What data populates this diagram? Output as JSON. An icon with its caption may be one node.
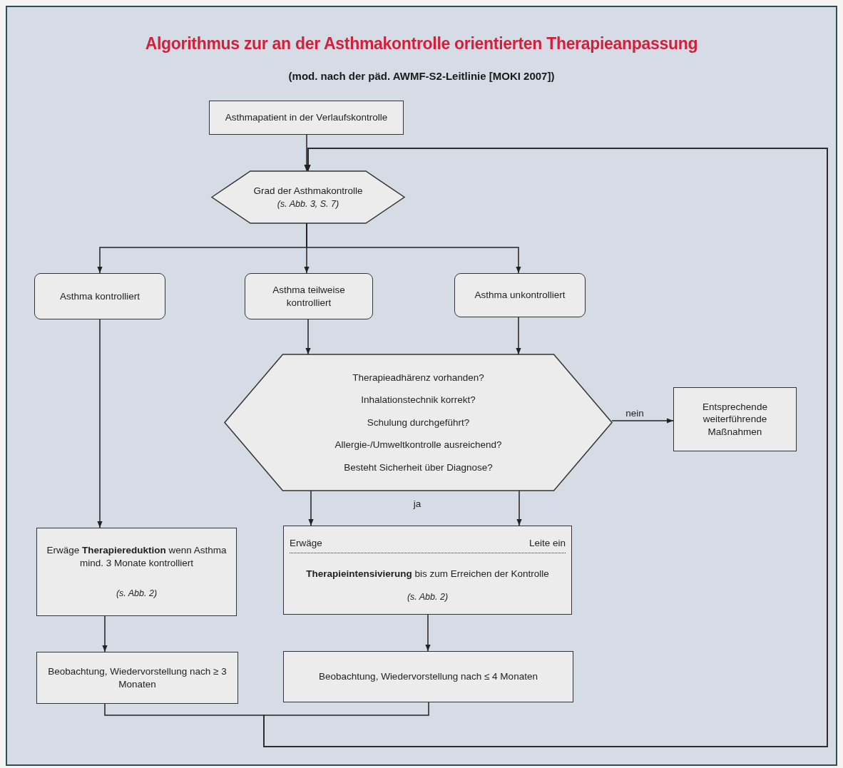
{
  "diagram": {
    "title": "Algorithmus zur an der Asthmakontrolle orientierten Therapieanpassung",
    "caption": "(mod. nach der päd. AWMF-S2-Leitlinie [MOKI 2007])",
    "nodes": [
      {
        "text": [
          "Asthmapatient in der Verlaufskontrolle"
        ]
      },
      {
        "text": [
          "Grad der Asthmakontrolle",
          "(s. Abb. 3, S. 7)"
        ]
      },
      {
        "text": [
          "Asthma kontrolliert"
        ]
      },
      {
        "text": [
          "Asthma teilweise kontrolliert"
        ]
      },
      {
        "text": [
          "Asthma unkontrolliert"
        ]
      },
      {
        "text": [
          "Therapieadhärenz vorhanden?",
          "Inhalationstechnik korrekt?",
          "Schulung durchgeführt?",
          "Allergie-/Umweltkontrolle ausreichend?",
          "Besteht Sicherheit über Diagnose?"
        ]
      },
      {
        "text": [
          "Entsprechende weiterführende Maßnahmen"
        ]
      },
      {
        "text": [
          "Erwäge **Therapiereduktion** wenn Asthma mind. 3 Monate kontrolliert",
          "(s. Abb. 2)"
        ]
      },
      {
        "text": [
          "Erwäge",
          "Leite ein",
          "**Therapieintensivierung** bis zum Erreichen der Kontrolle",
          "(s. Abb. 2)"
        ]
      },
      {
        "text": [
          "Beobachtung, Wiedervorstellung nach ≥ 3 Monaten"
        ]
      },
      {
        "text": [
          "Beobachtung, Wiedervorstellung nach ≤ 4 Monaten"
        ]
      }
    ],
    "edges": [
      {
        "from": 0,
        "to": 1,
        "arrow": "to"
      },
      {
        "from": 1,
        "to": 2,
        "arrow": "to"
      },
      {
        "from": 1,
        "to": 3,
        "arrow": "to"
      },
      {
        "from": 1,
        "to": 4,
        "arrow": "to"
      },
      {
        "from": 2,
        "to": 7,
        "arrow": "to"
      },
      {
        "from": 3,
        "to": 5,
        "arrow": "to"
      },
      {
        "from": 4,
        "to": 5,
        "arrow": "to"
      },
      {
        "from": 5,
        "to": 6,
        "arrow": "to",
        "label": "nein"
      },
      {
        "from": 5,
        "to": 8,
        "arrow": "to"
      },
      {
        "from": 5,
        "to": 8,
        "arrow": "to"
      },
      {
        "from": 7,
        "to": 9,
        "arrow": "to"
      },
      {
        "from": 8,
        "to": 10,
        "arrow": "to"
      },
      {
        "from": 9,
        "to": 1,
        "arrow": "to"
      },
      {
        "from": 10,
        "to": 1,
        "arrow": "to"
      }
    ],
    "labels": [
      "ja"
    ]
  }
}
